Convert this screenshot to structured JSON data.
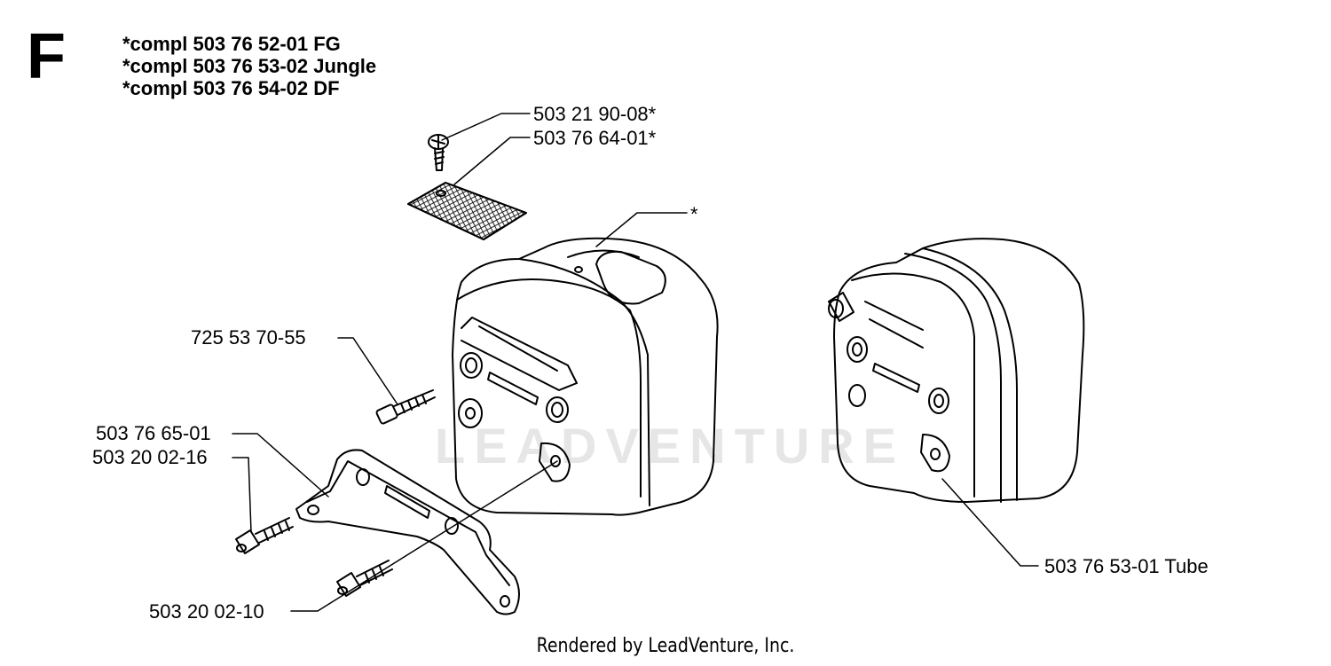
{
  "section_letter": "F",
  "compl_lines": [
    "*compl 503 76 52-01 FG",
    "*compl 503 76 53-02 Jungle",
    "*compl 503 76 54-02 DF"
  ],
  "part_labels": {
    "screw_top": "503 21 90-08*",
    "screen": "503 76 64-01*",
    "muffler_asterisk": "*",
    "bolt": "725 53 70-55",
    "bracket": "503 76 65-01",
    "screw_bracket_upper": "503 20 02-16",
    "screw_bracket_lower": "503 20 02-10",
    "muffler_tube": "503 76 53-01 Tube"
  },
  "watermark": "LEADVENTURE",
  "footer": "Rendered by LeadVenture, Inc."
}
